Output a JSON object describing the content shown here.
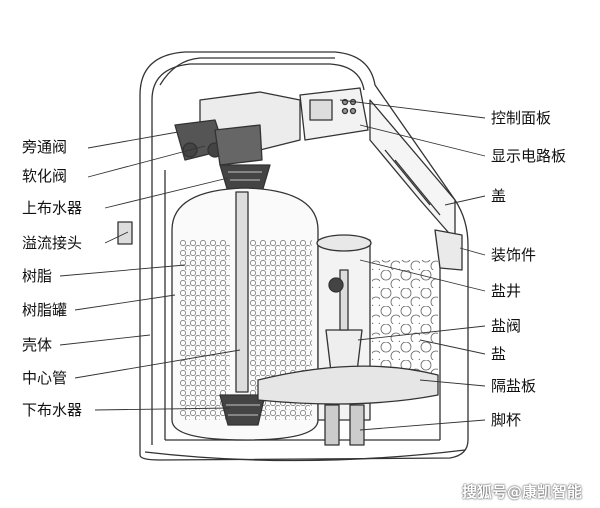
{
  "labels_left": [
    {
      "id": "bypass-valve",
      "text": "旁通阀"
    },
    {
      "id": "softening-valve",
      "text": "软化阀"
    },
    {
      "id": "upper-distributor",
      "text": "上布水器"
    },
    {
      "id": "overflow-fitting",
      "text": "溢流接头"
    },
    {
      "id": "resin",
      "text": "树脂"
    },
    {
      "id": "resin-tank",
      "text": "树脂罐"
    },
    {
      "id": "housing",
      "text": "壳体"
    },
    {
      "id": "center-pipe",
      "text": "中心管"
    },
    {
      "id": "lower-distributor",
      "text": "下布水器"
    }
  ],
  "labels_right": [
    {
      "id": "control-panel",
      "text": "控制面板"
    },
    {
      "id": "display-circuit-board",
      "text": "显示电路板"
    },
    {
      "id": "cover",
      "text": "盖"
    },
    {
      "id": "decorative-part",
      "text": "装饰件"
    },
    {
      "id": "brine-well",
      "text": "盐井"
    },
    {
      "id": "brine-valve",
      "text": "盐阀"
    },
    {
      "id": "salt",
      "text": "盐"
    },
    {
      "id": "salt-plate",
      "text": "隔盐板"
    },
    {
      "id": "foot-cup",
      "text": "脚杯"
    }
  ],
  "watermark": "搜狐号@康凯智能"
}
